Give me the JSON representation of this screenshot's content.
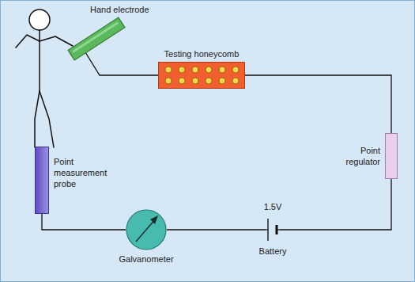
{
  "diagram": {
    "nodes": [
      {
        "text": [
          "Hand electrode"
        ]
      },
      {
        "text": [
          "Testing honeycomb"
        ]
      },
      {
        "text": [
          "Point measurement probe"
        ]
      },
      {
        "text": [
          "Point regulator"
        ]
      },
      {
        "text": [
          "Galvanometer"
        ]
      },
      {
        "text": [
          "1.5V",
          "Battery"
        ]
      }
    ],
    "edges": [
      {
        "from": 0,
        "to": 1,
        "arrow": "none"
      },
      {
        "from": 1,
        "to": 3,
        "arrow": "none"
      },
      {
        "from": 3,
        "to": 5,
        "arrow": "none"
      },
      {
        "from": 5,
        "to": 4,
        "arrow": "none"
      },
      {
        "from": 4,
        "to": 2,
        "arrow": "none"
      }
    ]
  }
}
